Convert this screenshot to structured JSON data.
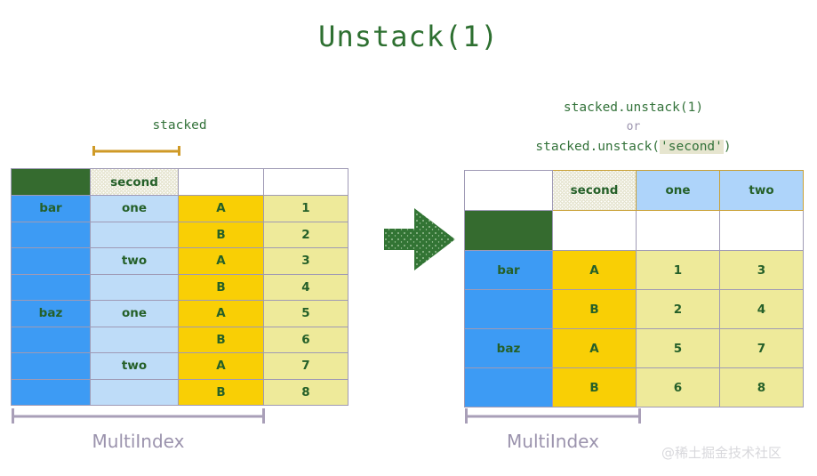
{
  "title": "Unstack(1)",
  "watermark": "@稀土掘金技术社区",
  "left": {
    "caption": "stacked",
    "bracket_label": "second",
    "multiindex_label": "MultiIndex",
    "header": [
      "",
      "second",
      "",
      ""
    ],
    "rows": [
      [
        "bar",
        "one",
        "A",
        "1"
      ],
      [
        "",
        "",
        "B",
        "2"
      ],
      [
        "",
        "two",
        "A",
        "3"
      ],
      [
        "",
        "",
        "B",
        "4"
      ],
      [
        "baz",
        "one",
        "A",
        "5"
      ],
      [
        "",
        "",
        "B",
        "6"
      ],
      [
        "",
        "two",
        "A",
        "7"
      ],
      [
        "",
        "",
        "B",
        "8"
      ]
    ]
  },
  "right": {
    "caption_line1": "stacked.unstack(1)",
    "caption_or": "or",
    "caption_line3_pre": "stacked.unstack(",
    "caption_line3_quote_open": "'",
    "caption_line3_highlight": "second",
    "caption_line3_quote_close": "'",
    "caption_line3_post": ")",
    "multiindex_label": "MultiIndex",
    "header": [
      "",
      "second",
      "one",
      "two"
    ],
    "green_row": [
      "",
      "",
      "",
      ""
    ],
    "rows": [
      [
        "bar",
        "A",
        "1",
        "3"
      ],
      [
        "",
        "B",
        "2",
        "4"
      ],
      [
        "baz",
        "A",
        "5",
        "7"
      ],
      [
        "",
        "B",
        "6",
        "8"
      ]
    ]
  },
  "colors": {
    "title_green": "#2e7031",
    "dark_green": "#356b2f",
    "blue": "#3d9bf4",
    "light_blue": "#bedcf8",
    "header_blue": "#aed4fa",
    "gold": "#f9cf05",
    "pale_yellow": "#eeea9a",
    "dotted_beige": "#e3e2cb",
    "bracket_orange": "#cf9a27",
    "bracket_purple": "#a99fb8",
    "arrow_green": "#327434"
  },
  "icons": {
    "arrow": "right-arrow-icon"
  }
}
